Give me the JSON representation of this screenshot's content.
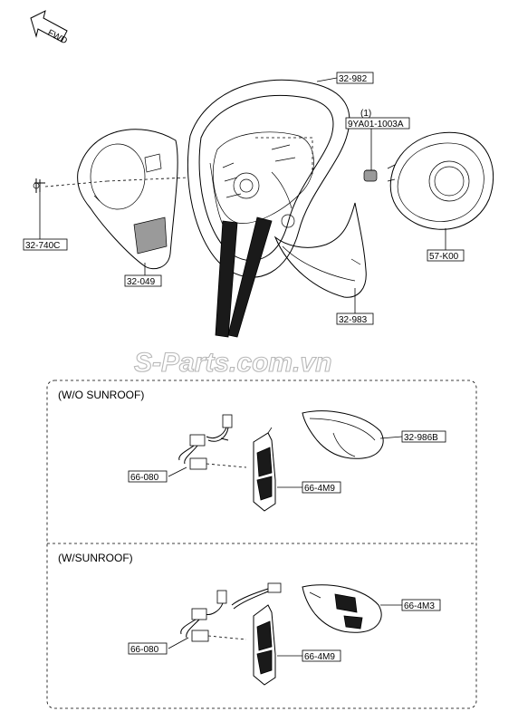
{
  "diagram": {
    "orientation": {
      "fwd_label": "FWD"
    },
    "parts": {
      "wheel": "32-982",
      "inflator_note": "(1)",
      "inflator": "9YA01-1003A",
      "bolt": "32-740C",
      "lower_cover": "32-049",
      "side_cover": "32-983",
      "airbag": "57-K00"
    },
    "watermark": "S-Parts.com.vn",
    "sections": [
      {
        "title": "(W/O SUNROOF)",
        "harness": "66-080",
        "switch": "66-4M9",
        "cover": "32-986B"
      },
      {
        "title": "(W/SUNROOF)",
        "harness": "66-080",
        "switch": "66-4M9",
        "cover_switch": "66-4M3"
      }
    ]
  }
}
